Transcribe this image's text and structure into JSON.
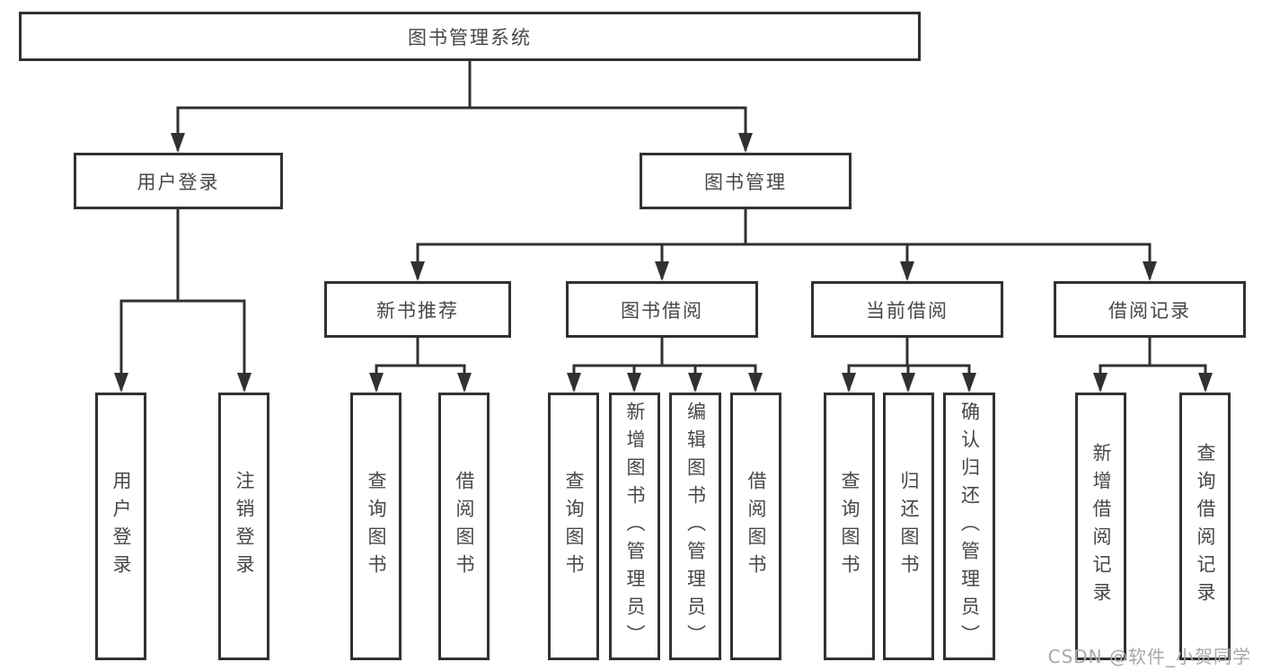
{
  "diagram": {
    "root": {
      "label": "图书管理系统"
    },
    "level2": [
      {
        "label": "用户登录"
      },
      {
        "label": "图书管理"
      }
    ],
    "level3": [
      {
        "label": "新书推荐",
        "parent": "图书管理"
      },
      {
        "label": "图书借阅",
        "parent": "图书管理"
      },
      {
        "label": "当前借阅",
        "parent": "图书管理"
      },
      {
        "label": "借阅记录",
        "parent": "图书管理"
      }
    ],
    "leaves": [
      {
        "label": "用户登录",
        "parent": "用户登录"
      },
      {
        "label": "注销登录",
        "parent": "用户登录"
      },
      {
        "label": "查询图书",
        "parent": "新书推荐"
      },
      {
        "label": "借阅图书",
        "parent": "新书推荐"
      },
      {
        "label": "查询图书",
        "parent": "图书借阅"
      },
      {
        "label": "新增图书（管理员）",
        "parent": "图书借阅"
      },
      {
        "label": "编辑图书（管理员）",
        "parent": "图书借阅"
      },
      {
        "label": "借阅图书",
        "parent": "图书借阅"
      },
      {
        "label": "查询图书",
        "parent": "当前借阅"
      },
      {
        "label": "归还图书",
        "parent": "当前借阅"
      },
      {
        "label": "确认归还（管理员）",
        "parent": "当前借阅"
      },
      {
        "label": "新增借阅记录",
        "parent": "借阅记录"
      },
      {
        "label": "查询借阅记录",
        "parent": "借阅记录"
      }
    ],
    "colors": {
      "line": "#313131",
      "text": "#474747",
      "box_background": "#ffffff",
      "watermark": "#a8a8a8"
    }
  },
  "watermark": {
    "text": "CSDN @软件_小贺同学"
  }
}
